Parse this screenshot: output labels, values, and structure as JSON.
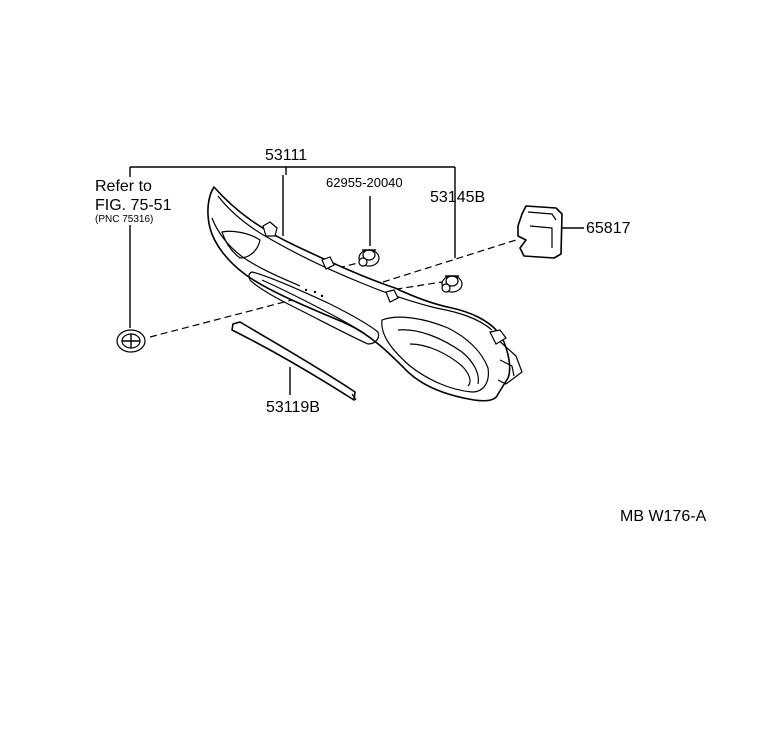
{
  "callouts": {
    "grille": "53111",
    "clip": "62955-20040",
    "retainer": "53145B",
    "bracket": "65817",
    "moulding": "53119B"
  },
  "reference": {
    "line1": "Refer to",
    "line2": "FIG. 75-51",
    "line3": "(PNC 75316)"
  },
  "figure_code": "MB W176-A"
}
